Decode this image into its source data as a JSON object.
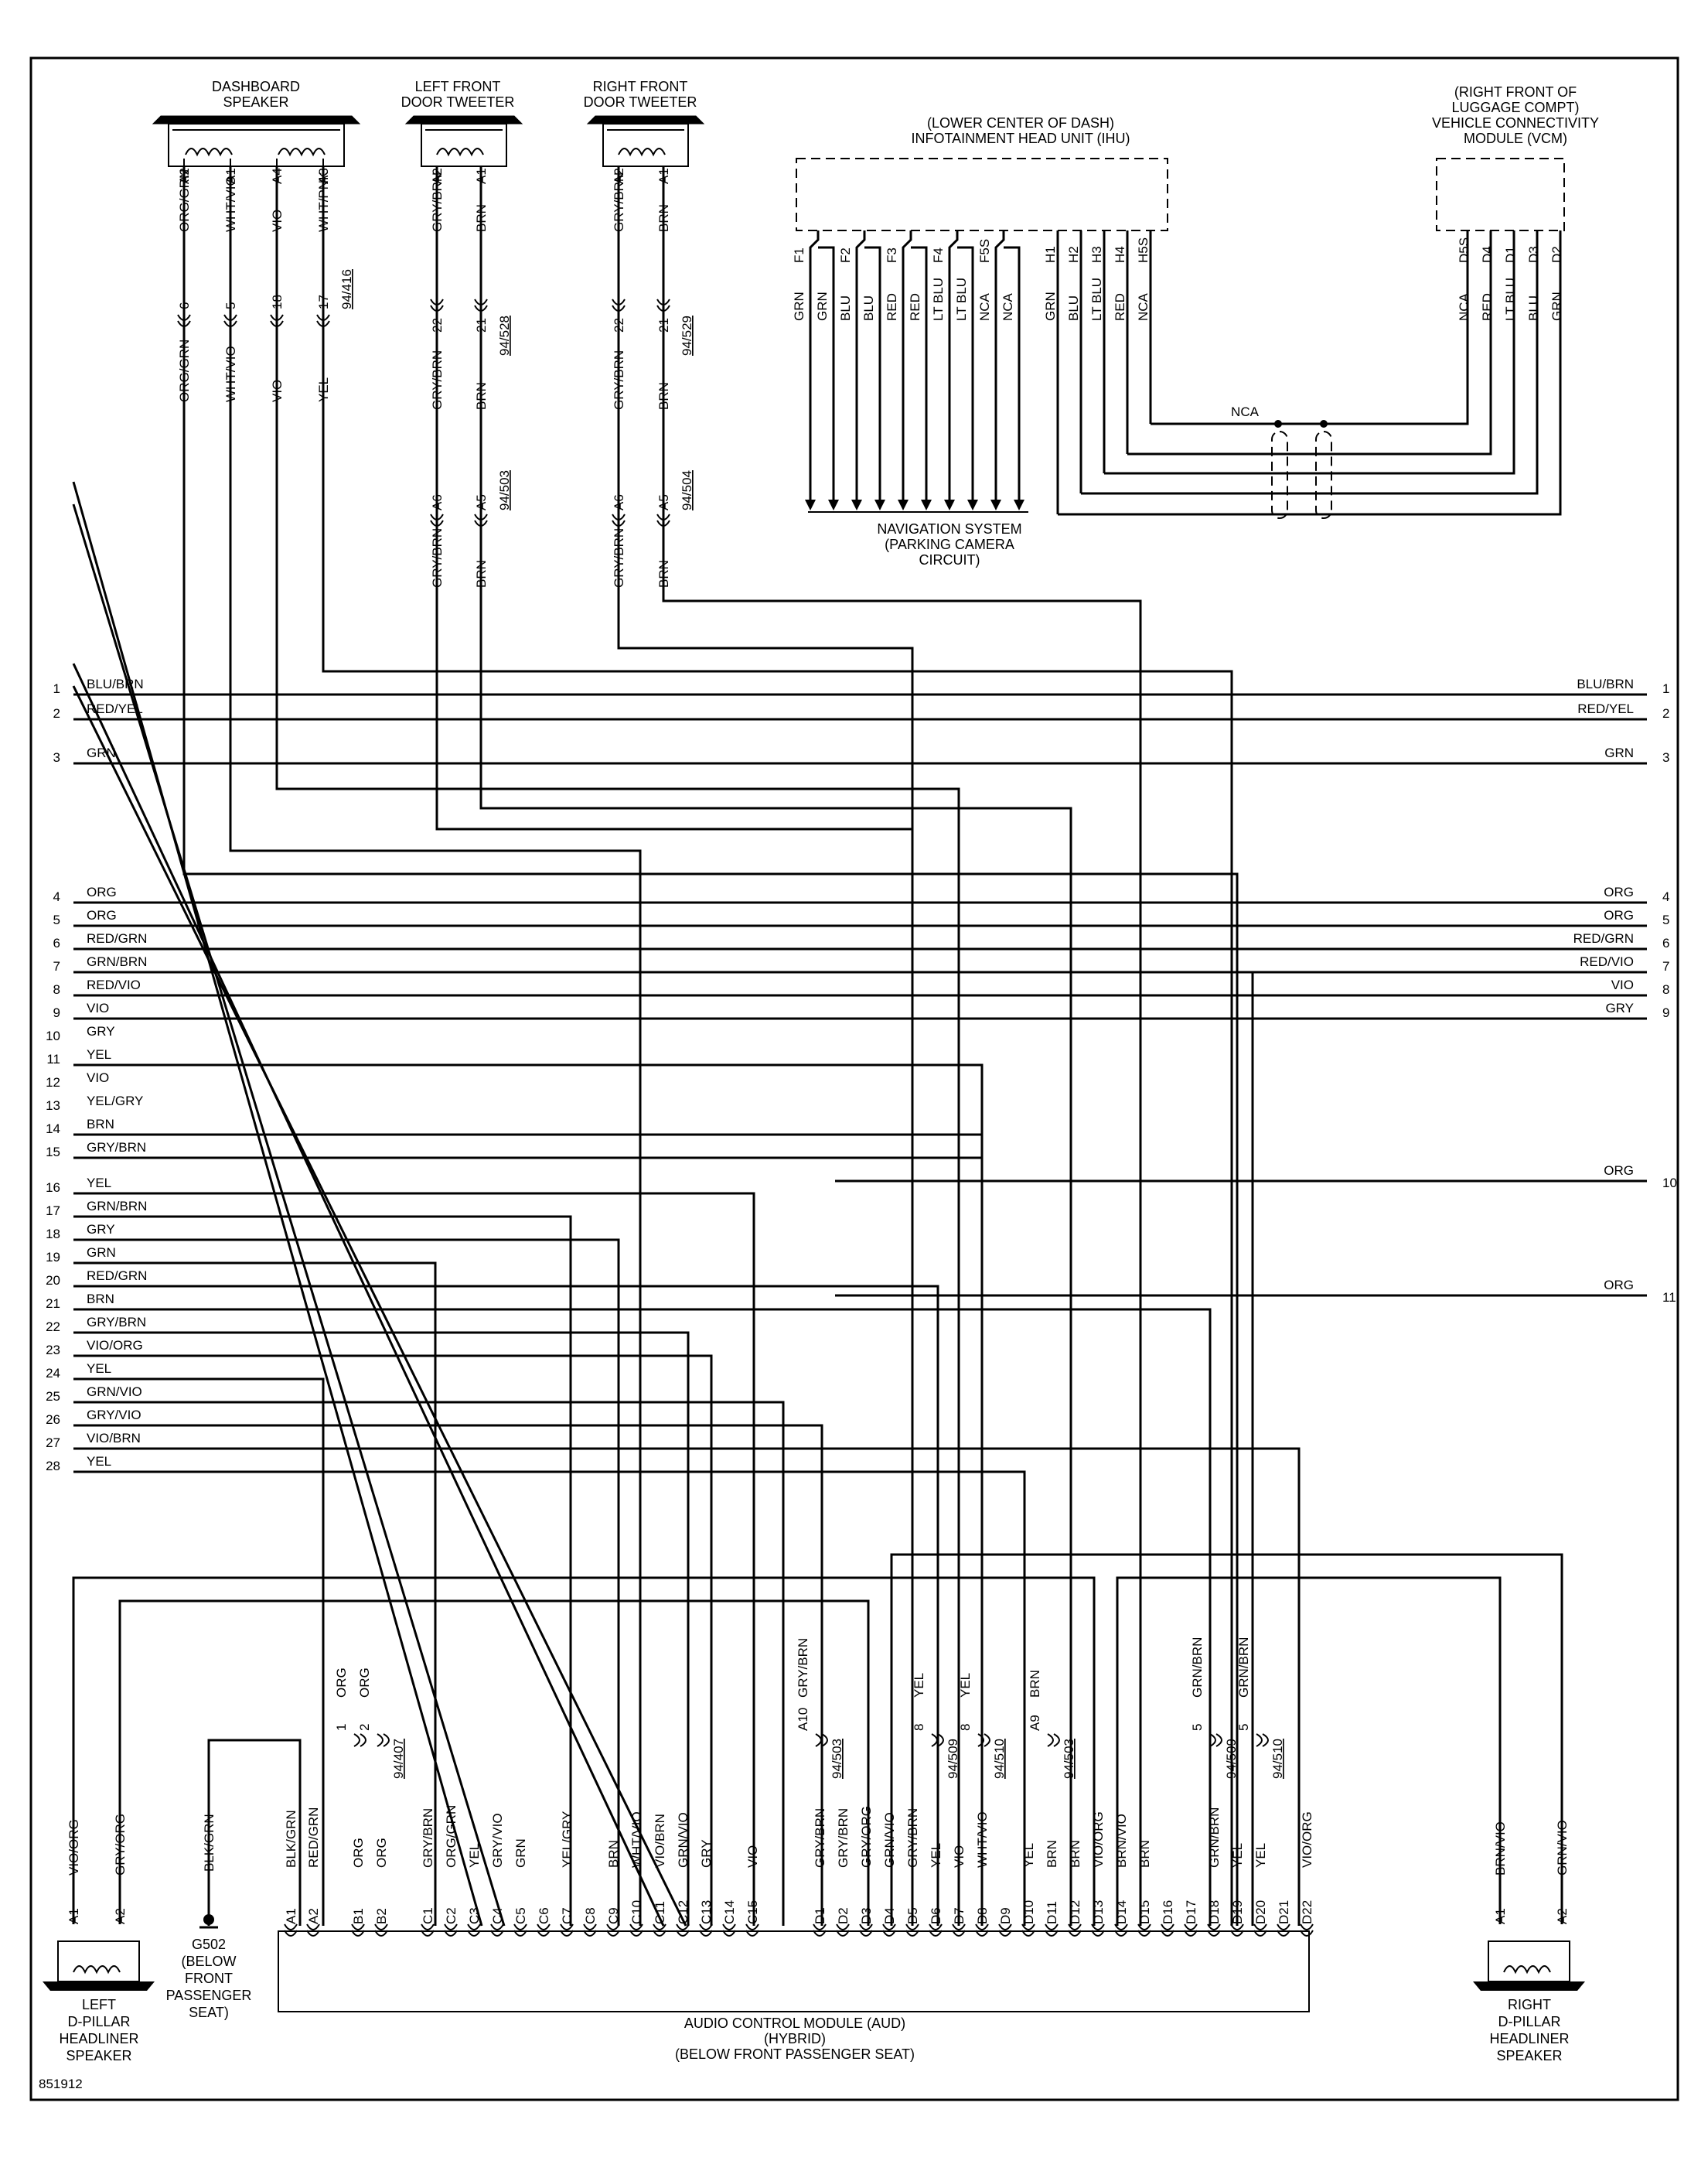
{
  "figure_id": "851912",
  "components": {
    "dashboard_speaker": [
      "DASHBOARD",
      "SPEAKER"
    ],
    "left_tweeter": [
      "LEFT FRONT",
      "DOOR TWEETER"
    ],
    "right_tweeter": [
      "RIGHT FRONT",
      "DOOR TWEETER"
    ],
    "ihu": [
      "(LOWER CENTER OF DASH)",
      "INFOTAINMENT HEAD UNIT (IHU)"
    ],
    "vcm": [
      "(RIGHT FRONT OF",
      "LUGGAGE COMPT)",
      "VEHICLE CONNECTIVITY",
      "MODULE (VCM)"
    ],
    "nav": [
      "NAVIGATION SYSTEM",
      "(PARKING CAMERA",
      "CIRCUIT)"
    ],
    "left_headliner": [
      "LEFT",
      "D-PILLAR",
      "HEADLINER",
      "SPEAKER"
    ],
    "right_headliner": [
      "RIGHT",
      "D-PILLAR",
      "HEADLINER",
      "SPEAKER"
    ],
    "ground": [
      "G502",
      "(BELOW",
      "FRONT",
      "PASSENGER",
      "SEAT)"
    ],
    "aud": [
      "AUDIO CONTROL MODULE (AUD)",
      "(HYBRID)",
      "(BELOW FRONT PASSENGER SEAT)"
    ]
  },
  "dash_speaker_pins": [
    {
      "pin": "A2",
      "color": "ORG/GRN",
      "conn": "6",
      "lower": "ORG/GRN"
    },
    {
      "pin": "A1",
      "color": "WHT/VIO",
      "conn": "5",
      "lower": "WHT/VIO"
    },
    {
      "pin": "A4",
      "color": "VIO",
      "conn": "18",
      "lower": "VIO"
    },
    {
      "pin": "A3",
      "color": "WHT/PNK",
      "conn": "17",
      "lower": "YEL",
      "ref": "94/416"
    }
  ],
  "left_tweeter_pins": [
    {
      "pin": "A2",
      "color": "GRY/BRN",
      "conn": "22",
      "mid": "GRY/BRN",
      "conn2": "A6",
      "lower": "GRY/BRN"
    },
    {
      "pin": "A1",
      "color": "BRN",
      "conn": "21",
      "ref": "94/528",
      "mid": "BRN",
      "conn2": "A5",
      "ref2": "94/503",
      "lower": "BRN"
    }
  ],
  "right_tweeter_pins": [
    {
      "pin": "A2",
      "color": "GRY/BRN",
      "conn": "22",
      "mid": "GRY/BRN",
      "conn2": "A6",
      "lower": "GRY/BRN"
    },
    {
      "pin": "A1",
      "color": "BRN",
      "conn": "21",
      "ref": "94/529",
      "mid": "BRN",
      "conn2": "A5",
      "ref2": "94/504",
      "lower": "BRN"
    }
  ],
  "ihu_pins": [
    {
      "pin": "F1",
      "color": "GRN"
    },
    {
      "pin": "",
      "color": "GRN"
    },
    {
      "pin": "F2",
      "color": "BLU"
    },
    {
      "pin": "",
      "color": "BLU"
    },
    {
      "pin": "F3",
      "color": "RED"
    },
    {
      "pin": "",
      "color": "RED"
    },
    {
      "pin": "F4",
      "color": "LT BLU"
    },
    {
      "pin": "",
      "color": "LT BLU"
    },
    {
      "pin": "F5S",
      "color": "NCA"
    },
    {
      "pin": "",
      "color": "NCA"
    },
    {
      "pin": "H1",
      "color": "GRN"
    },
    {
      "pin": "H2",
      "color": "BLU"
    },
    {
      "pin": "H3",
      "color": "LT BLU"
    },
    {
      "pin": "H4",
      "color": "RED"
    },
    {
      "pin": "H5S",
      "color": "NCA"
    }
  ],
  "vcm_pins": [
    {
      "pin": "D5S",
      "color": "NCA"
    },
    {
      "pin": "D4",
      "color": "RED"
    },
    {
      "pin": "D1",
      "color": "LT BLU"
    },
    {
      "pin": "D3",
      "color": "BLU"
    },
    {
      "pin": "D2",
      "color": "GRN"
    }
  ],
  "nca_label": "NCA",
  "left_bus": [
    {
      "n": "1",
      "c": "BLU/BRN"
    },
    {
      "n": "2",
      "c": "RED/YEL"
    },
    {
      "n": "3",
      "c": "GRN"
    },
    {
      "n": "4",
      "c": "ORG"
    },
    {
      "n": "5",
      "c": "ORG"
    },
    {
      "n": "6",
      "c": "RED/GRN"
    },
    {
      "n": "7",
      "c": "GRN/BRN"
    },
    {
      "n": "8",
      "c": "RED/VIO"
    },
    {
      "n": "9",
      "c": "VIO"
    },
    {
      "n": "10",
      "c": "GRY"
    },
    {
      "n": "11",
      "c": "YEL"
    },
    {
      "n": "12",
      "c": "VIO"
    },
    {
      "n": "13",
      "c": "YEL/GRY"
    },
    {
      "n": "14",
      "c": "BRN"
    },
    {
      "n": "15",
      "c": "GRY/BRN"
    },
    {
      "n": "16",
      "c": "YEL"
    },
    {
      "n": "17",
      "c": "GRN/BRN"
    },
    {
      "n": "18",
      "c": "GRY"
    },
    {
      "n": "19",
      "c": "GRN"
    },
    {
      "n": "20",
      "c": "RED/GRN"
    },
    {
      "n": "21",
      "c": "BRN"
    },
    {
      "n": "22",
      "c": "GRY/BRN"
    },
    {
      "n": "23",
      "c": "VIO/ORG"
    },
    {
      "n": "24",
      "c": "YEL"
    },
    {
      "n": "25",
      "c": "GRN/VIO"
    },
    {
      "n": "26",
      "c": "GRY/VIO"
    },
    {
      "n": "27",
      "c": "VIO/BRN"
    },
    {
      "n": "28",
      "c": "YEL"
    }
  ],
  "right_bus": [
    {
      "n": "1",
      "c": "BLU/BRN"
    },
    {
      "n": "2",
      "c": "RED/YEL"
    },
    {
      "n": "3",
      "c": "GRN"
    },
    {
      "n": "4",
      "c": "ORG"
    },
    {
      "n": "5",
      "c": "ORG"
    },
    {
      "n": "6",
      "c": "RED/GRN"
    },
    {
      "n": "7",
      "c": "RED/VIO"
    },
    {
      "n": "8",
      "c": "VIO"
    },
    {
      "n": "9",
      "c": "GRY"
    },
    {
      "n": "10",
      "c": "ORG"
    },
    {
      "n": "11",
      "c": "ORG"
    }
  ],
  "aud_pins": [
    {
      "pin": "A1",
      "color": "BLK/GRN"
    },
    {
      "pin": "A2",
      "color": "RED/GRN"
    },
    {
      "pin": "B1",
      "color": "ORG"
    },
    {
      "pin": "B2",
      "color": "ORG"
    },
    {
      "pin": "C1",
      "color": "GRY/BRN"
    },
    {
      "pin": "C2",
      "color": "ORG/GRN"
    },
    {
      "pin": "C3",
      "color": "YEL"
    },
    {
      "pin": "C4",
      "color": "GRY/VIO"
    },
    {
      "pin": "C5",
      "color": "GRN"
    },
    {
      "pin": "C6",
      "color": ""
    },
    {
      "pin": "C7",
      "color": "YEL/GRY"
    },
    {
      "pin": "C8",
      "color": ""
    },
    {
      "pin": "C9",
      "color": "BRN"
    },
    {
      "pin": "C10",
      "color": "WHT/VIO"
    },
    {
      "pin": "C11",
      "color": "VIO/BRN"
    },
    {
      "pin": "C12",
      "color": "GRN/VIO"
    },
    {
      "pin": "C13",
      "color": "GRY"
    },
    {
      "pin": "C14",
      "color": ""
    },
    {
      "pin": "C15",
      "color": "VIO"
    },
    {
      "pin": "D1",
      "color": "GRY/BRN"
    },
    {
      "pin": "D2",
      "color": "GRY/BRN"
    },
    {
      "pin": "D3",
      "color": "GRY/ORG"
    },
    {
      "pin": "D4",
      "color": "GRN/VIO"
    },
    {
      "pin": "D5",
      "color": "GRY/BRN"
    },
    {
      "pin": "D6",
      "color": "YEL"
    },
    {
      "pin": "D7",
      "color": "VIO"
    },
    {
      "pin": "D8",
      "color": "WHT/VIO"
    },
    {
      "pin": "D9",
      "color": ""
    },
    {
      "pin": "D10",
      "color": "YEL"
    },
    {
      "pin": "D11",
      "color": "BRN"
    },
    {
      "pin": "D12",
      "color": "BRN"
    },
    {
      "pin": "D13",
      "color": "VIO/ORG"
    },
    {
      "pin": "D14",
      "color": "BRN/VIO"
    },
    {
      "pin": "D15",
      "color": "BRN"
    },
    {
      "pin": "D16",
      "color": ""
    },
    {
      "pin": "D17",
      "color": ""
    },
    {
      "pin": "D18",
      "color": "GRN/BRN"
    },
    {
      "pin": "D19",
      "color": "YEL"
    },
    {
      "pin": "D20",
      "color": "YEL"
    },
    {
      "pin": "D21",
      "color": ""
    },
    {
      "pin": "D22",
      "color": "VIO/ORG"
    }
  ],
  "aud_conn_labels": [
    {
      "key": "b1",
      "conn": "1",
      "color": "ORG"
    },
    {
      "key": "b2",
      "conn": "2",
      "color": "ORG",
      "ref": "94/407"
    },
    {
      "key": "d1",
      "conn": "A10",
      "color": "GRY/BRN",
      "ref": "94/503"
    },
    {
      "key": "d6",
      "conn": "8",
      "color": "YEL",
      "ref": "94/509"
    },
    {
      "key": "d8",
      "conn": "8",
      "color": "YEL",
      "ref": "94/510"
    },
    {
      "key": "d11",
      "conn": "A9",
      "color": "BRN",
      "ref": "94/503"
    },
    {
      "key": "d18",
      "conn": "5",
      "color": "GRN/BRN",
      "ref": "94/509"
    },
    {
      "key": "d20",
      "conn": "5",
      "color": "GRN/BRN",
      "ref": "94/510"
    }
  ],
  "headliner_left_pins": [
    {
      "pin": "A1",
      "color": "VIO/ORG"
    },
    {
      "pin": "A2",
      "color": "GRY/ORG"
    }
  ],
  "headliner_right_pins": [
    {
      "pin": "A1",
      "color": "BRN/VIO"
    },
    {
      "pin": "A2",
      "color": "GRN/VIO"
    }
  ],
  "ground_wire": "BLK/GRN"
}
